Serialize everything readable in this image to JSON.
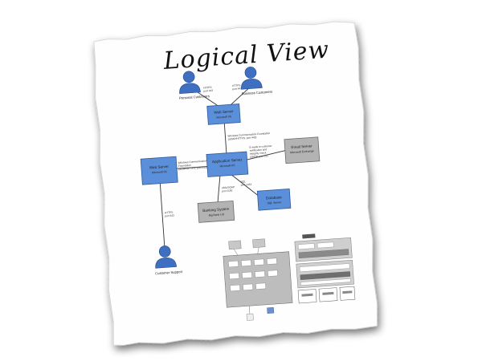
{
  "title": "Logical View",
  "actors": {
    "personal": "Personal Customers",
    "business": "Business Customers",
    "support": "Customer Support"
  },
  "nodes": {
    "web_server": {
      "title": "Web Server",
      "sub": "Microsoft IIS"
    },
    "app_server": {
      "title": "Application Server",
      "sub": "Microsoft IIS"
    },
    "web_server_left": {
      "title": "Web Server",
      "sub": "Microsoft IIS"
    },
    "email_server": {
      "title": "Email Server",
      "sub": "Microsoft Exchange"
    },
    "banking_system": {
      "title": "Banking System",
      "sub": "Big Bank Ltd"
    },
    "database": {
      "title": "Database",
      "sub": "SQL Server"
    }
  },
  "edges": {
    "personal_web_1": "HTTPS",
    "personal_web_2": "port 443",
    "business_web_1": "HTTPS",
    "business_web_2": "port 443",
    "web_app_1": "Windows Communication Foundation",
    "web_app_2": "(SOAP/HTTPS, port 443)",
    "left_app_1": "Windows Communication",
    "left_app_2": "Foundation",
    "left_app_3": "(SOAP/HTTPS, port 443)",
    "app_email_1": "E-mails to customer",
    "app_email_2": "notification and",
    "app_email_3": "integrity check",
    "app_email_4": "(SMTP, port 25)",
    "app_db_1": "SQL",
    "app_db_2": "port 1433",
    "app_bank_1": "XML/SOAP",
    "app_bank_2": "port 1150",
    "support_web_1": "HTTPS",
    "support_web_2": "port 443"
  },
  "colors": {
    "blue_box": "#5b8fd9",
    "gray_box": "#b3b3b3",
    "actor_blue": "#3f6fc0"
  }
}
